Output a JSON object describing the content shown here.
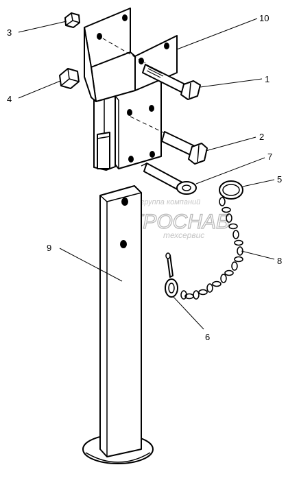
{
  "labels": {
    "n1": "1",
    "n2": "2",
    "n3": "3",
    "n4": "4",
    "n5": "5",
    "n6": "6",
    "n7": "7",
    "n8": "8",
    "n9": "9",
    "n10": "10"
  },
  "watermark": {
    "top": "группа компаний",
    "main": "АГРОСНАБ",
    "bottom": "техсервис"
  }
}
